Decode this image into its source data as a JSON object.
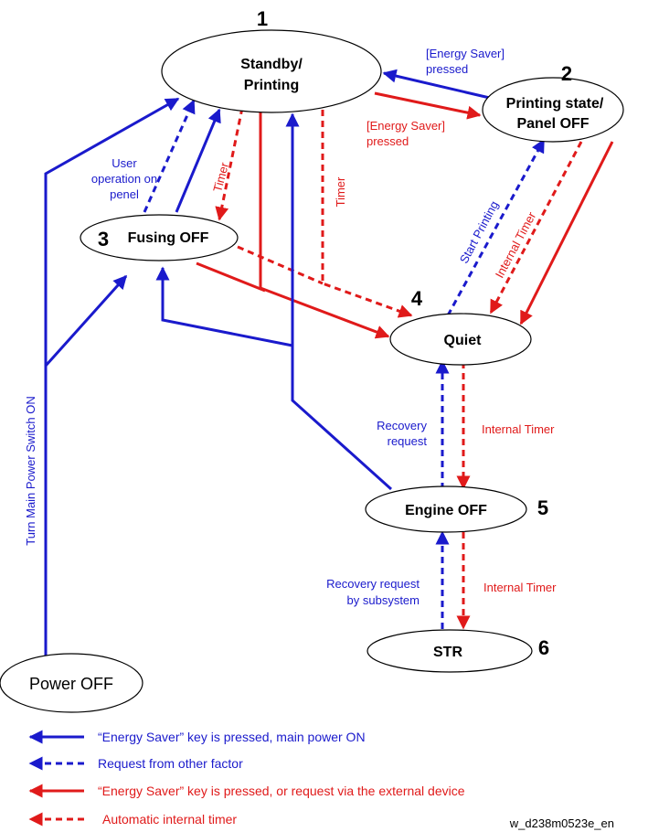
{
  "nodes": {
    "standby": {
      "number": "1",
      "line1": "Standby/",
      "line2": "Printing"
    },
    "panel_off": {
      "number": "2",
      "line1": "Printing state/",
      "line2": "Panel OFF"
    },
    "fusing_off": {
      "number": "3",
      "label": "Fusing OFF"
    },
    "quiet": {
      "number": "4",
      "label": "Quiet"
    },
    "engine_off": {
      "number": "5",
      "label": "Engine OFF"
    },
    "str": {
      "number": "6",
      "label": "STR"
    },
    "power_off": {
      "label": "Power OFF"
    }
  },
  "edge_labels": {
    "energy_saver_blue": [
      "[Energy Saver]",
      "pressed"
    ],
    "energy_saver_red": [
      "[Energy Saver]",
      "pressed"
    ],
    "user_operation": [
      "User",
      "operation on",
      "penel"
    ],
    "timer_left": "Timer",
    "timer_right": "Timer",
    "start_printing": "Start Printing",
    "internal_timer_diag": "Internal Timer",
    "recovery_request": [
      "Recovery",
      "request"
    ],
    "internal_timer_quiet": "Internal Timer",
    "recovery_subsystem": [
      "Recovery request",
      "by subsystem"
    ],
    "internal_timer_engine": "Internal Timer",
    "main_power": "Turn Main Power Switch ON"
  },
  "legend": [
    {
      "text": "“Energy Saver” key is pressed, main power ON",
      "color": "#1a1acc",
      "style": "solid"
    },
    {
      "text": "Request from other factor",
      "color": "#1a1acc",
      "style": "dashed"
    },
    {
      "text": "“Energy Saver” key is pressed, or request via the external device",
      "color": "#e01a1a",
      "style": "solid"
    },
    {
      "text": "Automatic internal timer",
      "color": "#e01a1a",
      "style": "dashed"
    }
  ],
  "figure_id": "w_d238m0523e_en",
  "colors": {
    "blue": "#1a1acc",
    "red": "#e01a1a"
  }
}
